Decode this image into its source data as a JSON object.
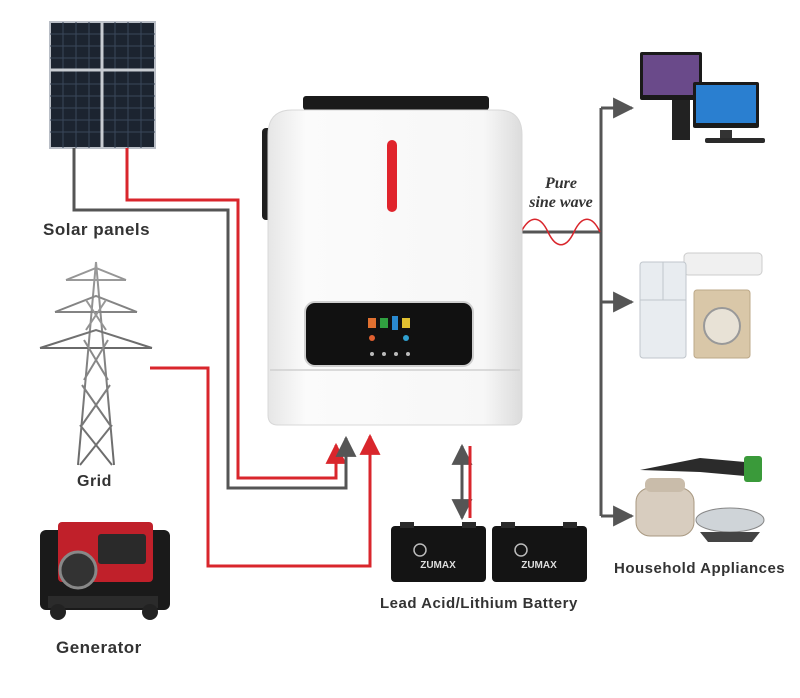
{
  "labels": {
    "solar_panels": "Solar panels",
    "grid": "Grid",
    "generator": "Generator",
    "battery": "Lead Acid/Lithium Battery",
    "household": "Household Appliances",
    "wave_line1": "Pure",
    "wave_line2": "sine wave"
  },
  "battery_brand": "ZUMAX",
  "colors": {
    "dc_line": "#d9262c",
    "ac_line": "#555555",
    "inverter_body": "#f4f4f4",
    "display": "#111111"
  }
}
